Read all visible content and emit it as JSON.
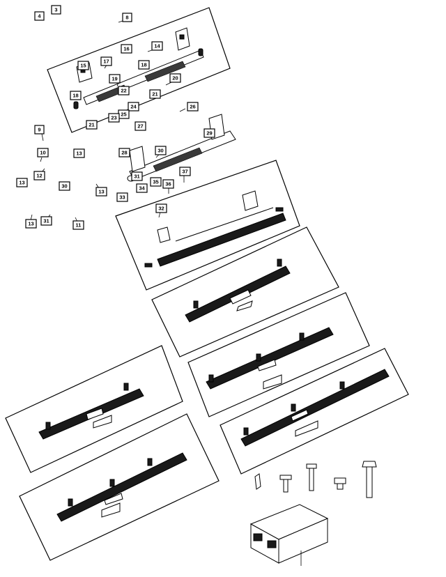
{
  "callouts": [
    {
      "label": "4"
    },
    {
      "label": "3"
    },
    {
      "label": "8"
    },
    {
      "label": "16"
    },
    {
      "label": "14"
    },
    {
      "label": "15"
    },
    {
      "label": "17"
    },
    {
      "label": "18"
    },
    {
      "label": "19"
    },
    {
      "label": "20"
    },
    {
      "label": "18"
    },
    {
      "label": "22"
    },
    {
      "label": "21"
    },
    {
      "label": "24"
    },
    {
      "label": "26"
    },
    {
      "label": "25"
    },
    {
      "label": "23"
    },
    {
      "label": "21"
    },
    {
      "label": "27"
    },
    {
      "label": "9"
    },
    {
      "label": "29"
    },
    {
      "label": "10"
    },
    {
      "label": "13"
    },
    {
      "label": "28"
    },
    {
      "label": "30"
    },
    {
      "label": "12"
    },
    {
      "label": "37"
    },
    {
      "label": "31"
    },
    {
      "label": "13"
    },
    {
      "label": "30"
    },
    {
      "label": "34"
    },
    {
      "label": "35"
    },
    {
      "label": "36"
    },
    {
      "label": "13"
    },
    {
      "label": "33"
    },
    {
      "label": "32"
    },
    {
      "label": "13"
    },
    {
      "label": "31"
    },
    {
      "label": "11"
    }
  ],
  "colors": {
    "ink": "#000000",
    "paper": "#ffffff",
    "tread": "#1a1a1a"
  }
}
